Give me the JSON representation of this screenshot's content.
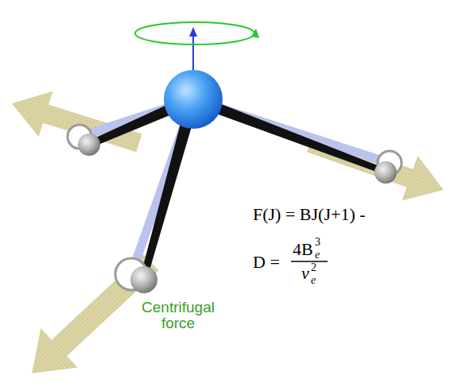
{
  "diagram": {
    "labels": [
      "F(J) = BJ(J+1) -",
      "D =",
      "4B",
      "3",
      "e",
      "ν",
      "2",
      "e",
      "Centrifugal force"
    ]
  }
}
